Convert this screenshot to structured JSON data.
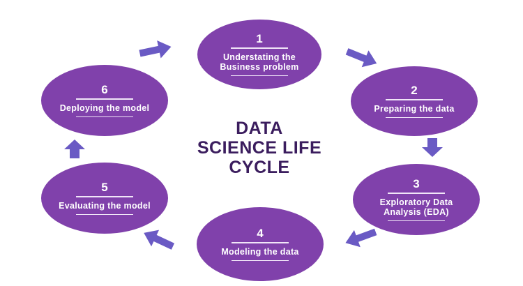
{
  "diagram": {
    "title_lines": [
      "DATA",
      "SCIENCE LIFE",
      "CYCLE"
    ],
    "colors": {
      "node_fill": "#8041ab",
      "arrow_fill": "#6a5ac4",
      "title_text": "#3b1d5e",
      "node_text": "#ffffff"
    },
    "steps": [
      {
        "number": "1",
        "label": "Understating the Business problem"
      },
      {
        "number": "2",
        "label": "Preparing the data"
      },
      {
        "number": "3",
        "label": "Exploratory Data Analysis (EDA)"
      },
      {
        "number": "4",
        "label": "Modeling the data"
      },
      {
        "number": "5",
        "label": "Evaluating the model"
      },
      {
        "number": "6",
        "label": "Deploying the model"
      }
    ],
    "arrows": [
      {
        "from": "6",
        "to": "1",
        "icon": "arrow-right-up-icon"
      },
      {
        "from": "1",
        "to": "2",
        "icon": "arrow-right-down-icon"
      },
      {
        "from": "2",
        "to": "3",
        "icon": "arrow-down-icon"
      },
      {
        "from": "3",
        "to": "4",
        "icon": "arrow-left-down-icon"
      },
      {
        "from": "4",
        "to": "5",
        "icon": "arrow-left-up-icon"
      },
      {
        "from": "5",
        "to": "6",
        "icon": "arrow-up-icon"
      }
    ]
  }
}
